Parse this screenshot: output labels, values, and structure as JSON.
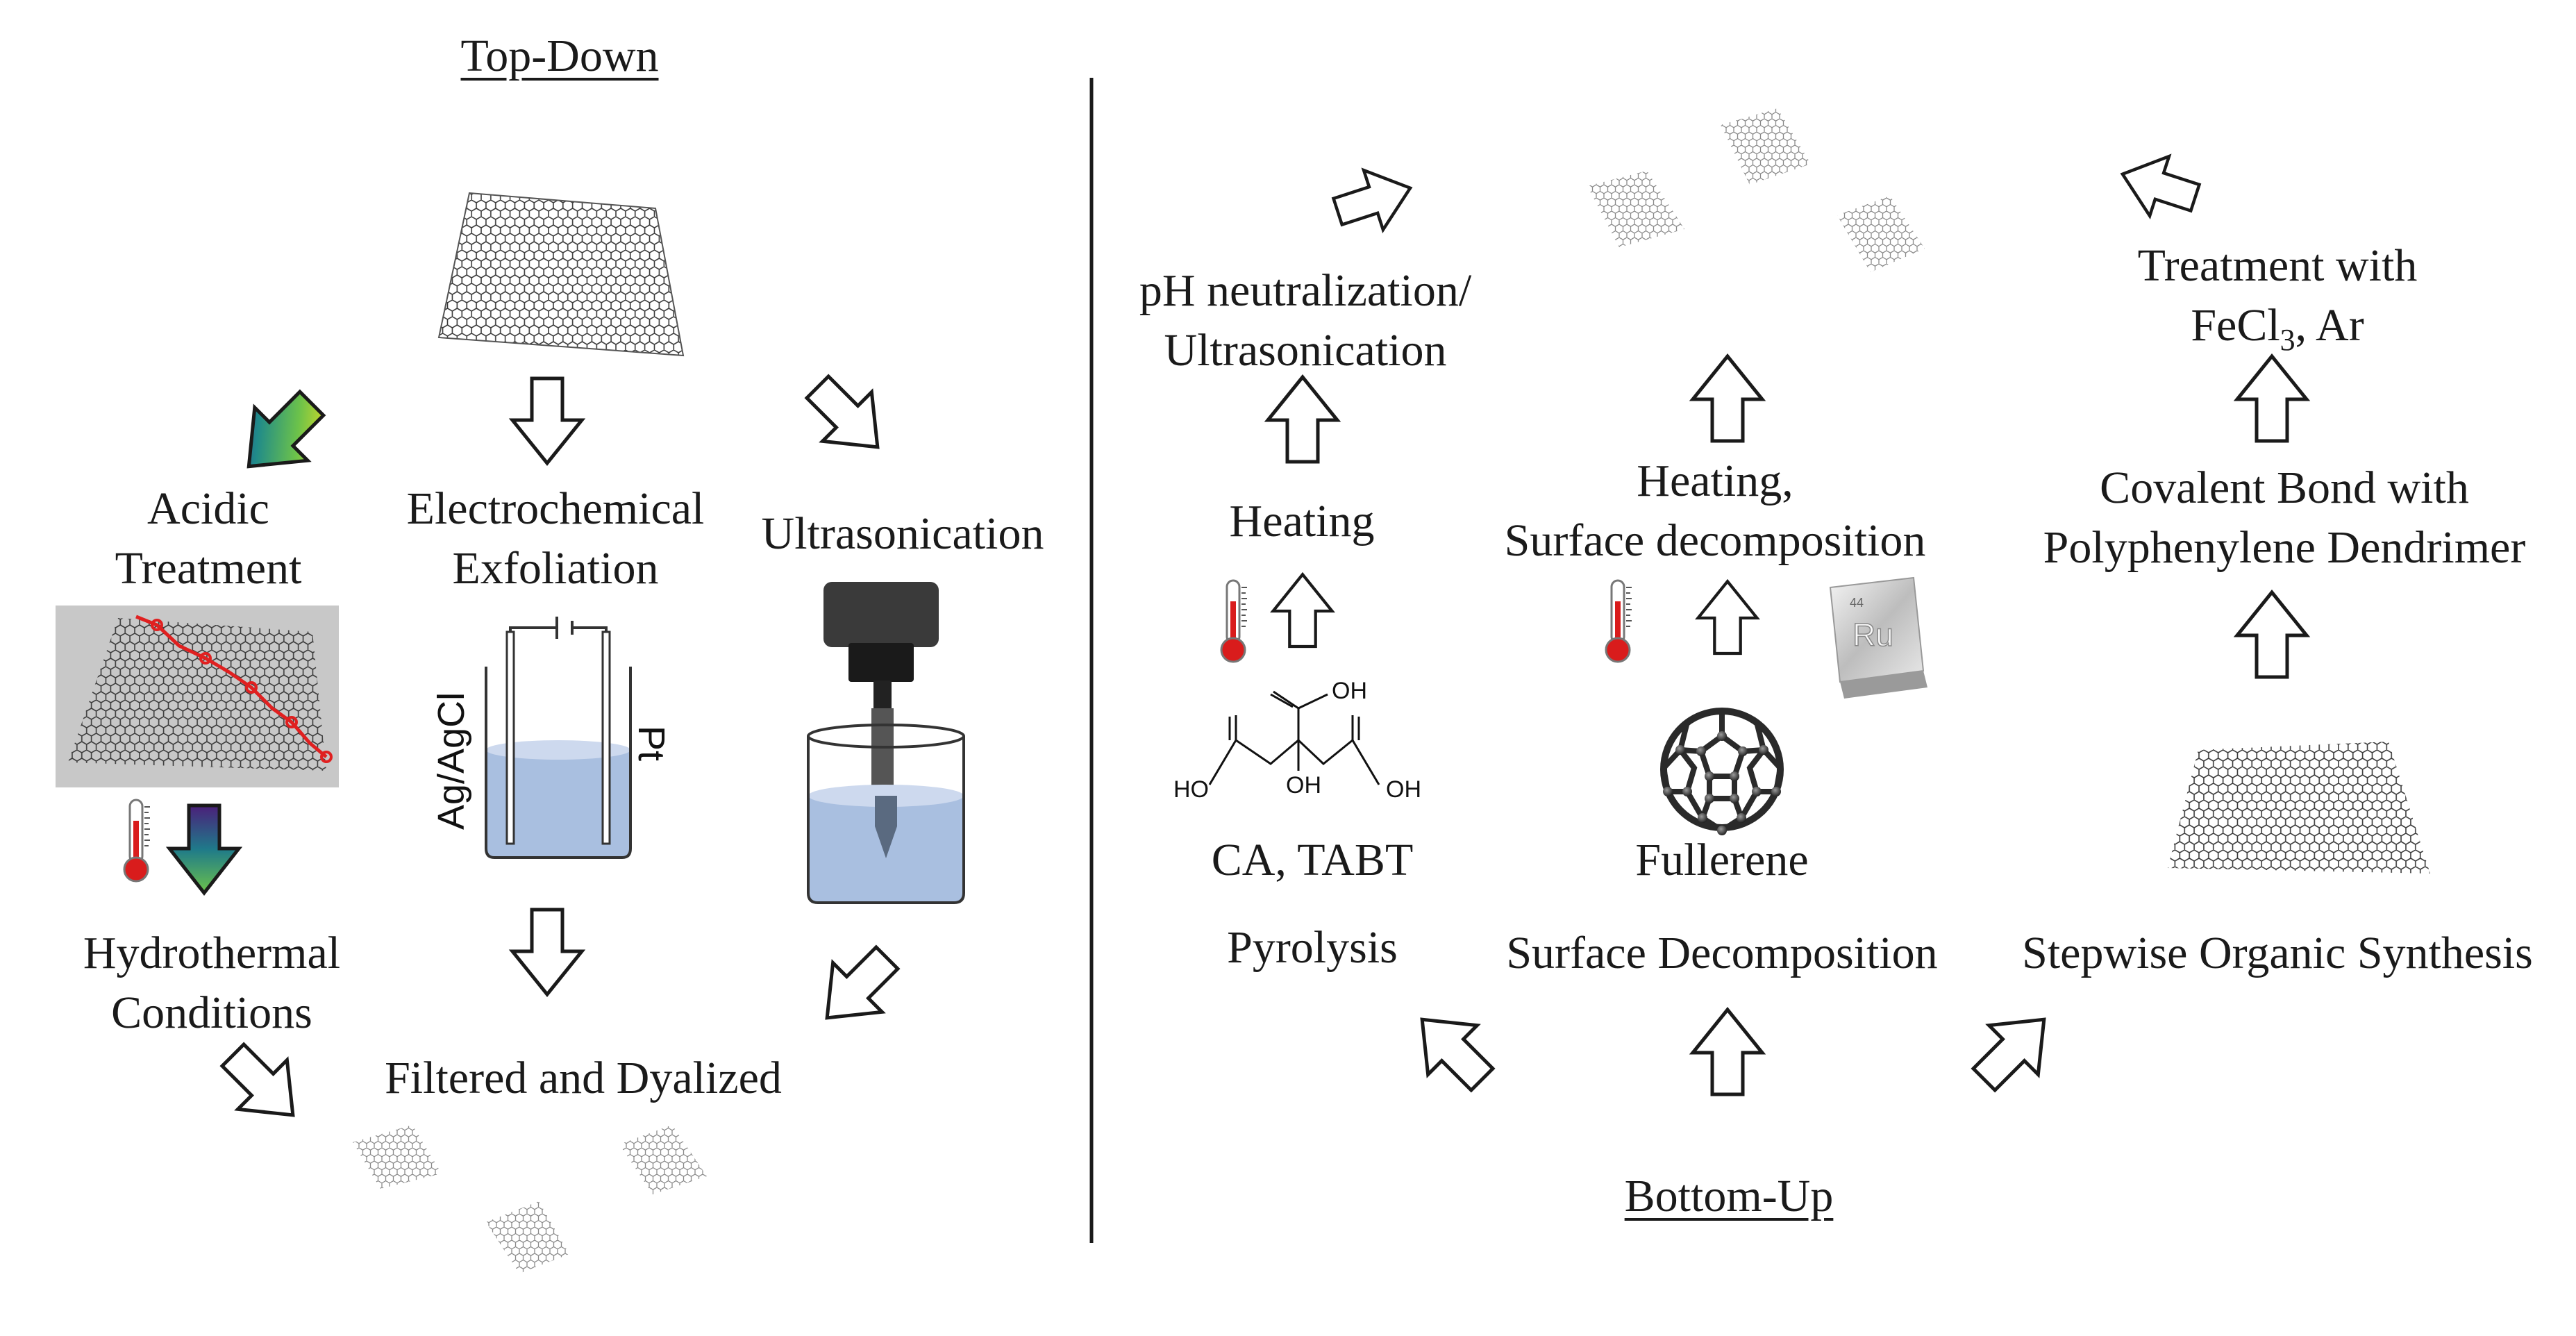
{
  "top_down": {
    "title": "Top-Down",
    "acidic": [
      "Acidic",
      "Treatment"
    ],
    "electrochemical": [
      "Electrochemical",
      "Exfoliation"
    ],
    "ultrasonication": "Ultrasonication",
    "hydrothermal": [
      "Hydrothermal",
      "Conditions"
    ],
    "filtered": "Filtered and Dyalized",
    "electrode_left": "Ag/AgCl",
    "electrode_right": "Pt"
  },
  "bottom_up": {
    "title": "Bottom-Up",
    "pyrolysis": "Pyrolysis",
    "surface_decomposition": "Surface Decomposition",
    "stepwise": "Stepwise Organic Synthesis",
    "ca_tabt": "CA, TABT",
    "fullerene": "Fullerene",
    "heating": "Heating",
    "heating_surface": [
      "Heating,",
      "Surface decomposition"
    ],
    "ph": [
      "pH neutralization/",
      "Ultrasonication"
    ],
    "covalent": [
      "Covalent Bond with",
      "Polyphenylene Dendrimer"
    ],
    "treatment": "Treatment with",
    "fecl_prefix": "FeCl",
    "fecl_sub": "3",
    "fecl_suffix": ", Ar",
    "chem_oh_top": "OH",
    "chem_oh_mid": "OH",
    "chem_ho_left": "HO",
    "chem_oh_right": "OH",
    "ru_symbol": "Ru",
    "ru_number": "44"
  },
  "colors": {
    "text": "#1a1a1a",
    "water": "#a9bfe0",
    "water_top": "#cdd9ee",
    "thermo_red": "#d91c1c",
    "oligomer_red": "#e02020",
    "gray_panel": "#c8c8c8"
  },
  "icons": [
    "graphene-sheet",
    "arrow-outline",
    "gradient-arrow",
    "thermometer",
    "beaker",
    "sonicator-probe",
    "fullerene",
    "ruthenium-tile",
    "citric-acid-structure"
  ]
}
